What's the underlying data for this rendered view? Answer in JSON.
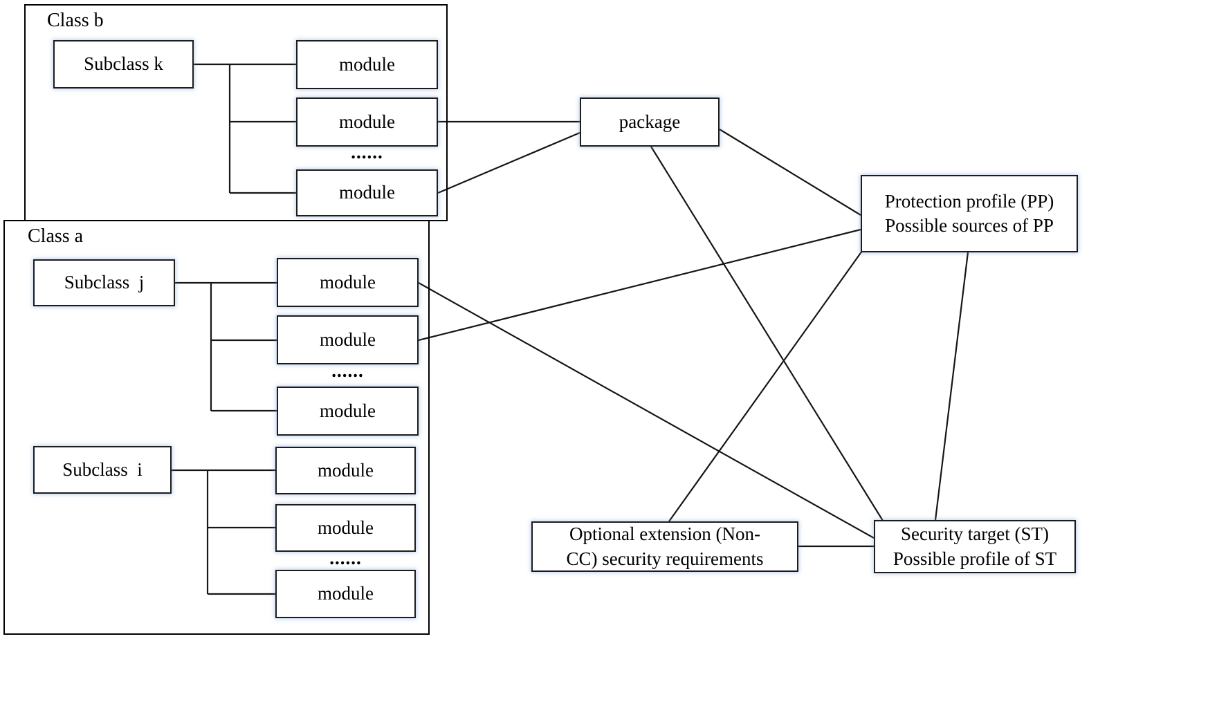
{
  "classes": {
    "class_b": {
      "label": "Class b",
      "groups": [
        {
          "subclass": "Subclass k",
          "modules": [
            "module",
            "module",
            "module"
          ],
          "ellipsis": "......"
        }
      ]
    },
    "class_a": {
      "label": "Class a",
      "groups": [
        {
          "subclass": "Subclass  j",
          "modules": [
            "module",
            "module",
            "module"
          ],
          "ellipsis": "......"
        },
        {
          "subclass": "Subclass  i",
          "modules": [
            "module",
            "module",
            "module"
          ],
          "ellipsis": "......"
        }
      ]
    }
  },
  "nodes": {
    "package": "package",
    "protection_profile": {
      "line1": "Protection profile (PP)",
      "line2": "Possible sources of PP"
    },
    "optional_extension": {
      "line1": "Optional extension (Non-",
      "line2": "CC) security requirements"
    },
    "security_target": {
      "line1": "Security target (ST)",
      "line2": "Possible profile of ST"
    }
  },
  "edges": [
    {
      "from": "subclass-k",
      "to": "class-b-modules"
    },
    {
      "from": "subclass-j",
      "to": "class-a-j-modules"
    },
    {
      "from": "subclass-i",
      "to": "class-a-i-modules"
    },
    {
      "from": "class-b-module-2",
      "to": "package"
    },
    {
      "from": "class-b-module-3",
      "to": "package"
    },
    {
      "from": "package",
      "to": "protection-profile"
    },
    {
      "from": "package",
      "to": "security-target"
    },
    {
      "from": "class-a-j-module-1",
      "to": "security-target"
    },
    {
      "from": "class-a-j-module-2",
      "to": "protection-profile"
    },
    {
      "from": "optional-extension",
      "to": "protection-profile"
    },
    {
      "from": "optional-extension",
      "to": "security-target"
    },
    {
      "from": "protection-profile",
      "to": "security-target"
    }
  ]
}
